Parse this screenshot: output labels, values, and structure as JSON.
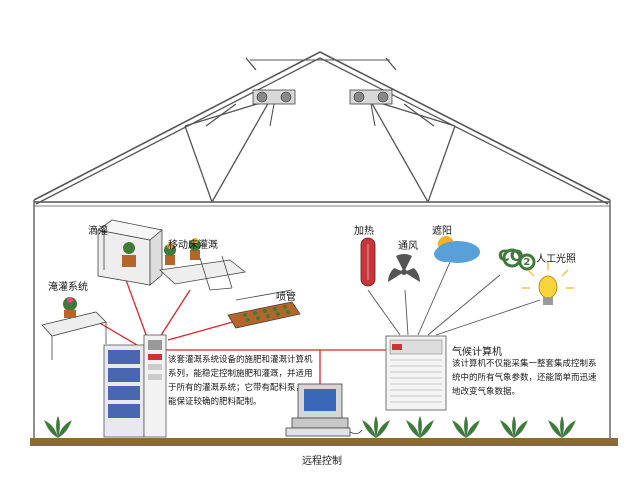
{
  "labels": {
    "drip": "滴灌",
    "mobile_bed": "移动床灌溉",
    "flood": "淹灌系统",
    "sprinkler": "喷管",
    "heating": "加热",
    "ventilation": "通风",
    "shading": "遮阳",
    "co2_c": "C",
    "co2_o": "O",
    "co2_sub": "2",
    "artificial_light": "人工光照",
    "climate_computer": "气候计算机",
    "remote_control": "远程控制"
  },
  "irrigation_description": [
    "该套灌溉系统设备的施肥和灌溉计算机",
    "系列，能稳定控制施肥和灌溉，并适用",
    "于所有的灌溉系统；它带有配料泵，",
    "能保证较确的肥料配制。"
  ],
  "climate_description": [
    "该计算机不仅能采集一整套集成控制系",
    "统中的所有气象参数，还能简单而迅速",
    "地改变气象数据。"
  ],
  "colors": {
    "link_line": "#d9262b",
    "roof_line": "#555555",
    "cabinet_blue": "#4a66b0",
    "ground": "#8a6a3a",
    "plant_green": "#3f7a3a",
    "heater_red": "#c8353a",
    "cloud_blue": "#5aa0d8",
    "sun_yellow": "#f2b31f"
  }
}
